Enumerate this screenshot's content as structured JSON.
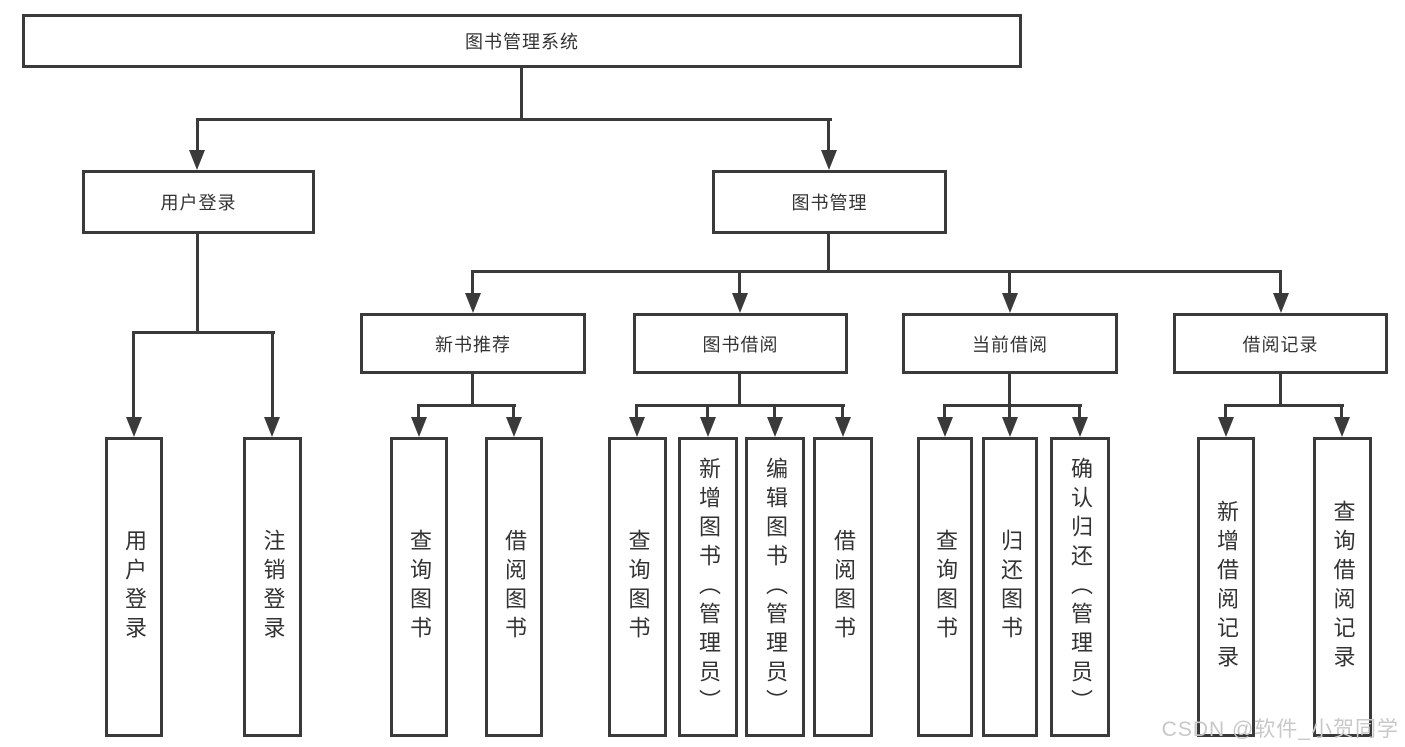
{
  "diagram": {
    "nodes": {
      "root": "图书管理系统",
      "user_login": "用户登录",
      "book_mgmt": "图书管理",
      "new_book_rec": "新书推荐",
      "book_borrow": "图书借阅",
      "current_borrow": "当前借阅",
      "borrow_records": "借阅记录",
      "leaf_user_login": "用户登录",
      "leaf_logout": "注销登录",
      "leaf_nb_query": "查询图书",
      "leaf_nb_borrow": "借阅图书",
      "leaf_bb_query": "查询图书",
      "leaf_bb_add": "新增图书（管理员）",
      "leaf_bb_edit": "编辑图书（管理员）",
      "leaf_bb_borrow": "借阅图书",
      "leaf_cb_query": "查询图书",
      "leaf_cb_return": "归还图书",
      "leaf_cb_confirm": "确认归还（管理员）",
      "leaf_br_add": "新增借阅记录",
      "leaf_br_query": "查询借阅记录"
    },
    "watermark": "CSDN @软件_小贺同学",
    "colors": {
      "line": "#3a3a3a",
      "text": "#333333",
      "box_fill": "#ffffff",
      "watermark": "#c8c8c8",
      "background": "#ffffff"
    }
  }
}
